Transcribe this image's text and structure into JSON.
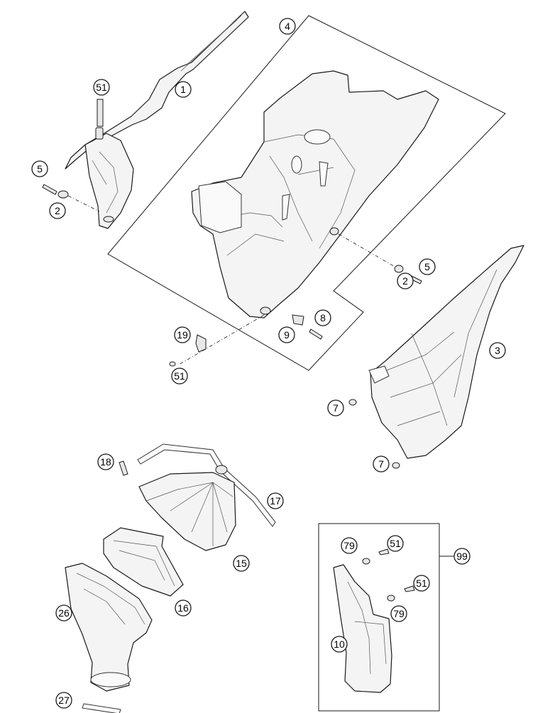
{
  "diagram": {
    "labels": {
      "part_1": "1",
      "part_2a": "2",
      "part_2b": "2",
      "part_3": "3",
      "part_4": "4",
      "part_5a": "5",
      "part_5b": "5",
      "part_7a": "7",
      "part_7b": "7",
      "part_8": "8",
      "part_9": "9",
      "part_10": "10",
      "part_15": "15",
      "part_16": "16",
      "part_17": "17",
      "part_18": "18",
      "part_19": "19",
      "part_26": "26",
      "part_27": "27",
      "part_51a": "51",
      "part_51b": "51",
      "part_51c": "51",
      "part_51d": "51",
      "part_79a": "79",
      "part_79b": "79",
      "part_99": "99"
    }
  }
}
